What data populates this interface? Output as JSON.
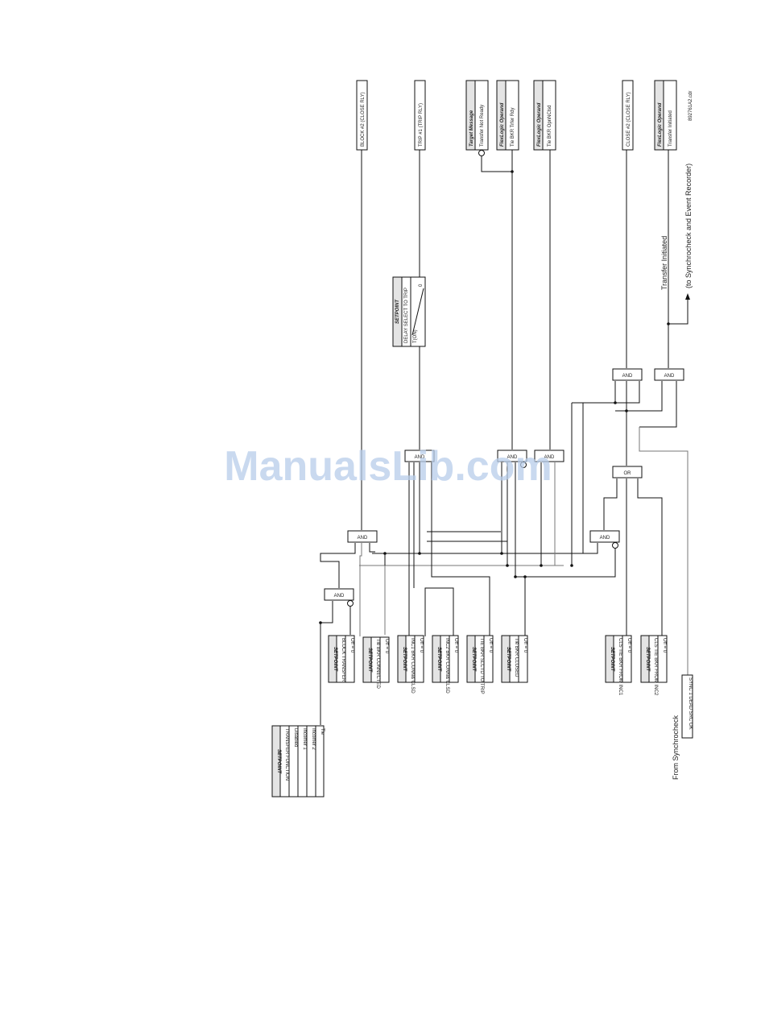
{
  "watermark": "ManualsLib.com",
  "figure_id": "892761A2.cdr",
  "annotations": {
    "transfer_initiated": "Transfer Initiated",
    "to_sync": "(to Synchrocheck and Event Recorder)",
    "from_sync": "From Synchrocheck"
  },
  "setpoints": {
    "transfer_function": {
      "header": "SETPOINT",
      "title": "TRANSFER FUNCTION",
      "options": [
        "Disabled",
        "Incomer 1",
        "Incomer 2",
        "Tie"
      ]
    },
    "block_transfer": {
      "header": "SETPOINT",
      "title": "BLOCK TRANSFER",
      "value": "Off = 0"
    },
    "tie_bkr_connected": {
      "header": "SETPOINT",
      "title": "Tie BKR CONNECTED",
      "value": "Off = 0"
    },
    "inc1_bkr": {
      "header": "SETPOINT",
      "title": "INC1 BKR CONN& CLSD",
      "value": "Off = 0"
    },
    "inc2_bkr": {
      "header": "SETPOINT",
      "title": "INC2 BKR CONN& CLSD",
      "value": "Off = 0"
    },
    "tie_slctd": {
      "header": "SETPOINT",
      "title": "TIE BKR SLCTD TO TRIP",
      "value": "Off = 0"
    },
    "tie_closed": {
      "header": "SETPOINT",
      "title": "Tie BKR CLOSED",
      "value": "Off = 0"
    },
    "cls_inc1": {
      "header": "SETPOINT",
      "title": "CLS TIE BKR FROM INC1",
      "value": "Off = 0"
    },
    "cls_inc2": {
      "header": "SETPOINT",
      "title": "CLS TIE BKR FROM INC2",
      "value": "Off = 0"
    },
    "delay": {
      "header": "SETPOINT",
      "title": "DELAY SELECT TO TRIP",
      "t_label": "T(ON)",
      "zero": "0"
    }
  },
  "sync_input": "SYNC 1 DEAD SRC OK",
  "gates": {
    "and": "AND",
    "or": "OR"
  },
  "outputs": {
    "block_close": "BLOCK #2 (CLOSE RLY)",
    "trip": "TRIP #1 (TRIP RLY)",
    "target": {
      "header": "Target Message",
      "value": "Transfer Not Ready"
    },
    "tie_rdy": {
      "header": "FlexLogic Operand",
      "value": "Tie BKR Trfer Rdy"
    },
    "tie_open": {
      "header": "FlexLogic Operand",
      "value": "Tie BKR OpnNClsd"
    },
    "close": "CLOSE #2 (CLOSE RLY)",
    "initiated": {
      "header": "FlexLogic Operand",
      "value": "Transfer Initiated"
    }
  }
}
